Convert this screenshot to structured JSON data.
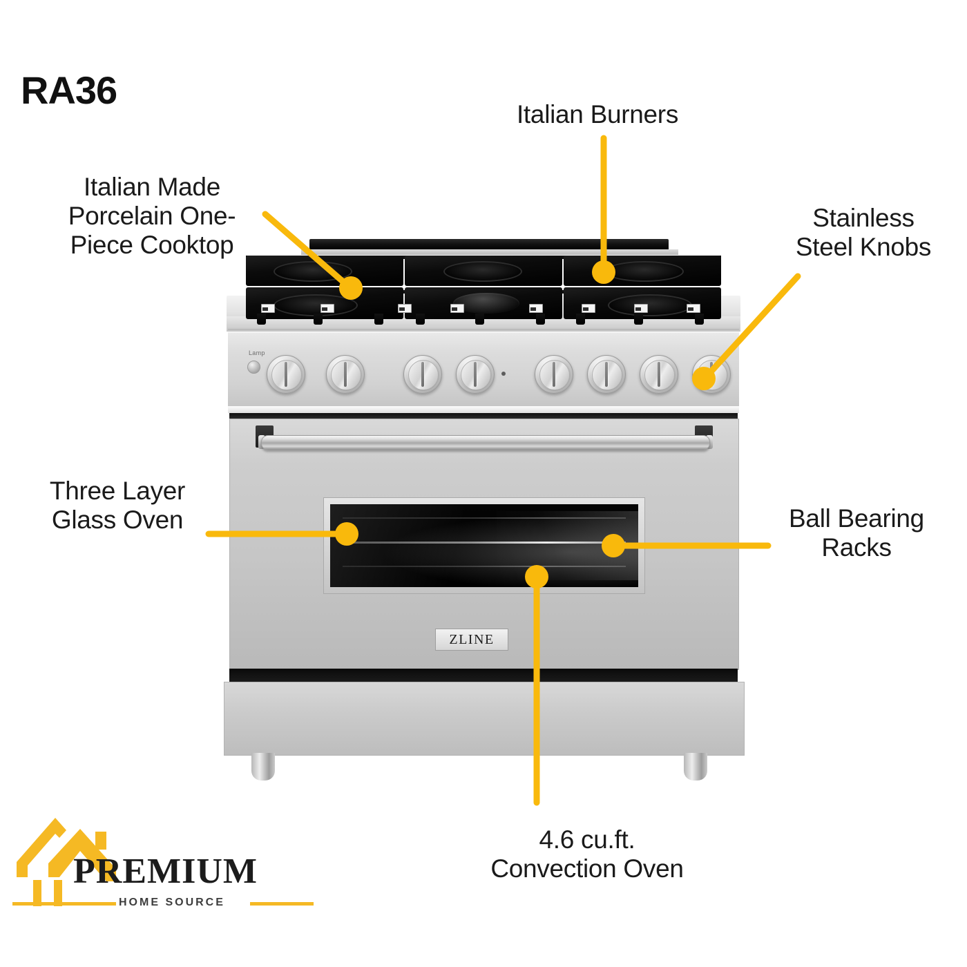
{
  "page": {
    "background": "#ffffff",
    "accent_yellow": "#F9B90C",
    "text_color": "#1a1a1a"
  },
  "title": {
    "model": "RA36"
  },
  "callouts": [
    {
      "id": "cooktop",
      "label": "Italian Made\nPorcelain One-\nPiece Cooktop",
      "connector": "diagonal-down-right",
      "marker": "dot"
    },
    {
      "id": "burners",
      "label": "Italian Burners",
      "connector": "vertical-down",
      "marker": "dot"
    },
    {
      "id": "knobs",
      "label": "Stainless\nSteel Knobs",
      "connector": "diagonal-down-left",
      "marker": "dot"
    },
    {
      "id": "glass",
      "label": "Three Layer\nGlass Oven",
      "connector": "horizontal-right",
      "marker": "dot"
    },
    {
      "id": "racks",
      "label": "Ball Bearing\nRacks",
      "connector": "horizontal-left",
      "marker": "dot"
    },
    {
      "id": "convection",
      "label": "4.6 cu.ft.\nConvection Oven",
      "connector": "vertical-up",
      "marker": "dot"
    }
  ],
  "product": {
    "brand_badge": "ZLINE",
    "control_panel": {
      "lamp_label": "Lamp",
      "knob_count": 8,
      "decal_count": 8
    },
    "cooktop": {
      "burner_count": 6,
      "grate_rows": 2
    },
    "oven": {
      "rack_count": 3
    },
    "legs": 2
  },
  "logo": {
    "wordmark": "PREMIUM",
    "tagline": "HOME SOURCE",
    "roof_color": "#F5B924"
  }
}
